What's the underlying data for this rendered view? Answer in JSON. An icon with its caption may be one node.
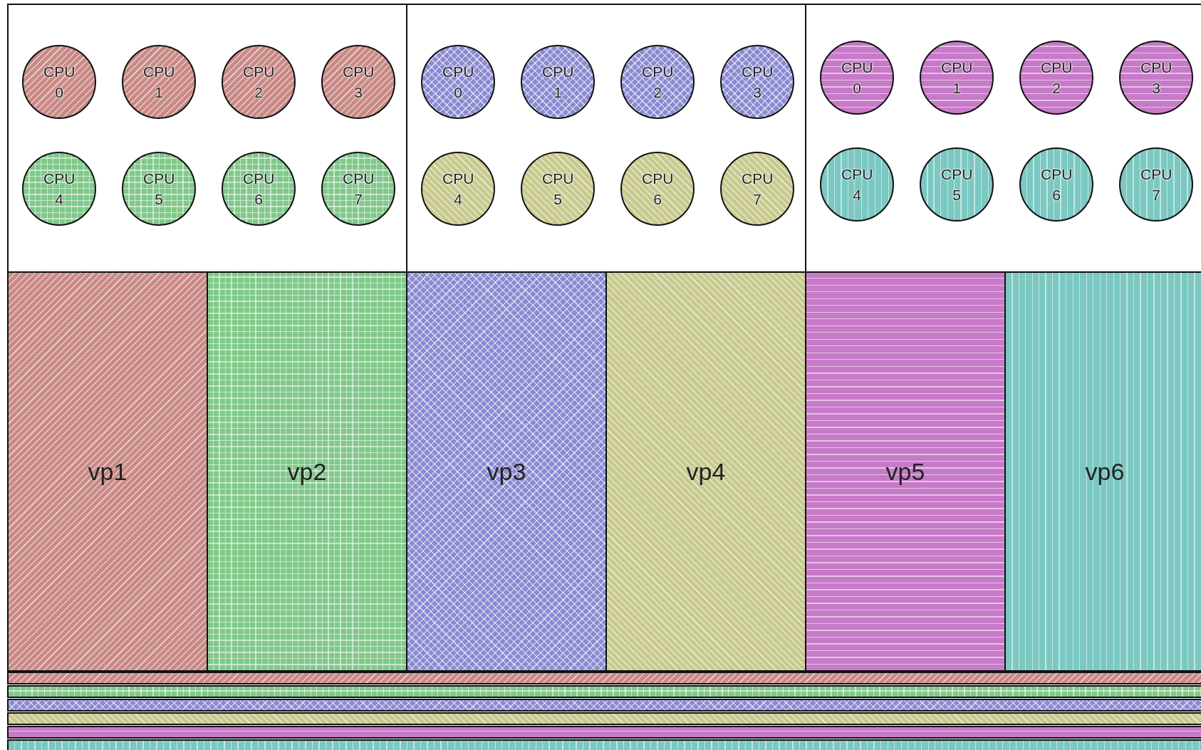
{
  "diagram": {
    "nodes": [
      {
        "text": [],
        "shape": "box"
      },
      {
        "text": [
          "CPU 0"
        ],
        "in": 0
      },
      {
        "text": [
          "CPU 1"
        ],
        "in": 0
      },
      {
        "text": [
          "CPU 2"
        ],
        "in": 0
      },
      {
        "text": [
          "CPU 3"
        ],
        "in": 0
      },
      {
        "text": [
          "CPU 4"
        ],
        "in": 0
      },
      {
        "text": [
          "CPU 5"
        ],
        "in": 0
      },
      {
        "text": [
          "CPU 6"
        ],
        "in": 0
      },
      {
        "text": [
          "CPU 7"
        ],
        "in": 0
      },
      {
        "text": [],
        "shape": "box"
      },
      {
        "text": [
          "CPU 0"
        ],
        "in": 9
      },
      {
        "text": [
          "CPU 1"
        ],
        "in": 9
      },
      {
        "text": [
          "CPU 2"
        ],
        "in": 9
      },
      {
        "text": [
          "CPU 3"
        ],
        "in": 9
      },
      {
        "text": [
          "CPU 4"
        ],
        "in": 9
      },
      {
        "text": [
          "CPU 5"
        ],
        "in": 9
      },
      {
        "text": [
          "CPU 6"
        ],
        "in": 9
      },
      {
        "text": [
          "CPU 7"
        ],
        "in": 9
      },
      {
        "text": [],
        "shape": "box"
      },
      {
        "text": [
          "CPU 0"
        ],
        "in": 18
      },
      {
        "text": [
          "CPU 1"
        ],
        "in": 18
      },
      {
        "text": [
          "CPU 2"
        ],
        "in": 18
      },
      {
        "text": [
          "CPU 3"
        ],
        "in": 18
      },
      {
        "text": [
          "CPU 4"
        ],
        "in": 18
      },
      {
        "text": [
          "CPU 5"
        ],
        "in": 18
      },
      {
        "text": [
          "CPU 6"
        ],
        "in": 18
      },
      {
        "text": [
          "CPU 7"
        ],
        "in": 18
      },
      {
        "text": [
          "vp1"
        ]
      },
      {
        "text": [
          "vp2"
        ]
      },
      {
        "text": [
          "vp3"
        ]
      },
      {
        "text": [
          "vp4"
        ]
      },
      {
        "text": [
          "vp5"
        ]
      },
      {
        "text": [
          "vp6"
        ]
      },
      {
        "text": [],
        "shape": "bar"
      },
      {
        "text": [],
        "shape": "bar"
      },
      {
        "text": [],
        "shape": "bar"
      },
      {
        "text": [],
        "shape": "bar"
      },
      {
        "text": [],
        "shape": "bar"
      },
      {
        "text": [],
        "shape": "bar"
      }
    ]
  }
}
